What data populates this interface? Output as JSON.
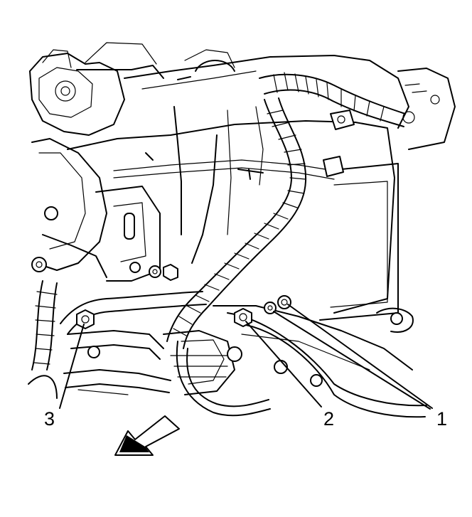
{
  "callouts": {
    "label_1": "1",
    "label_2": "2",
    "label_3": "3"
  },
  "colors": {
    "line": "#000000",
    "background": "#ffffff"
  },
  "icons": {
    "direction_arrow": "front-direction-arrow-icon"
  }
}
